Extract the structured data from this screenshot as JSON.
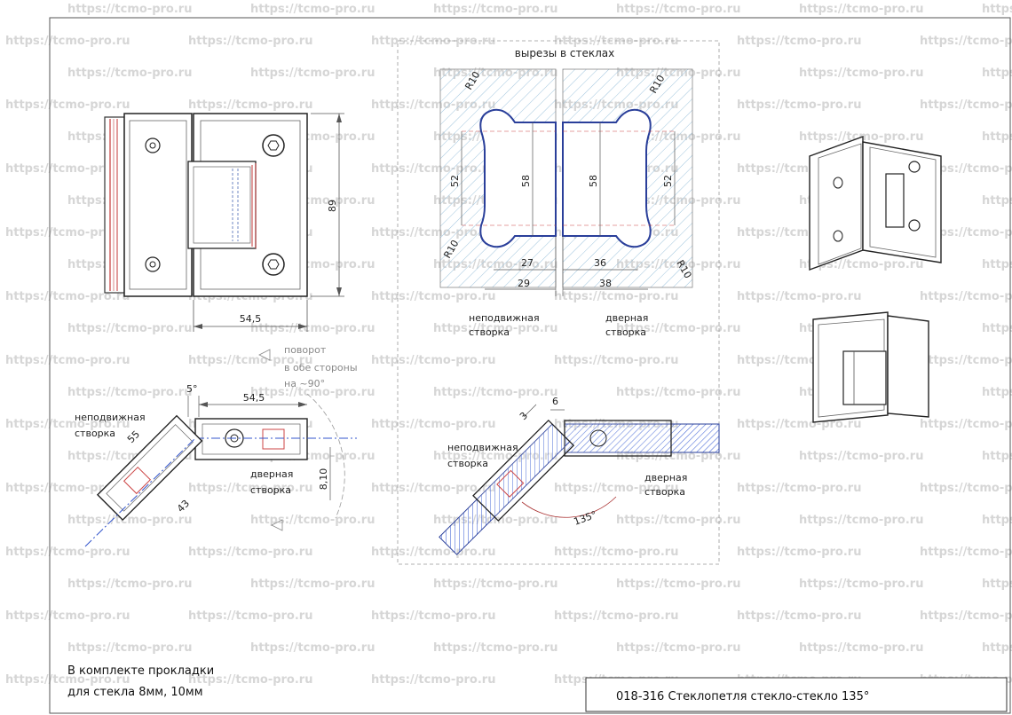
{
  "watermark": "https://tcmo-pro.ru",
  "cutouts_title": "вырезы в стеклах",
  "cut_dims": {
    "r10": "R10",
    "left_h_outer": "52",
    "left_h_inner": "58",
    "right_h_inner": "58",
    "right_h_outer": "52",
    "left_w_inner": "27",
    "left_w_outer": "29",
    "right_w_inner": "36",
    "right_w_outer": "38"
  },
  "cut_labels": {
    "fixed": [
      "неподвижная",
      "створка"
    ],
    "door": [
      "дверная",
      "створка"
    ]
  },
  "front_dims": {
    "height": "89",
    "width": "54,5"
  },
  "left_plan": {
    "rotation_note": [
      "поворот",
      "в обе стороны",
      "на ~90°"
    ],
    "angle": "5°",
    "width": "54,5",
    "arm": "55",
    "arm_small": "43",
    "gap": "8,10",
    "fixed": [
      "неподвижная",
      "створка"
    ],
    "door": [
      "дверная",
      "створка"
    ]
  },
  "center_plan": {
    "dim_3": "3",
    "dim_6": "6",
    "angle": "135°",
    "fixed": [
      "неподвижная",
      "створка"
    ],
    "door": [
      "дверная",
      "створка"
    ]
  },
  "note_lines": [
    "В комплекте прокладки",
    "для стекла 8мм, 10мм"
  ],
  "title_block": "018-316  Стеклопетля стекло-стекло 135°"
}
